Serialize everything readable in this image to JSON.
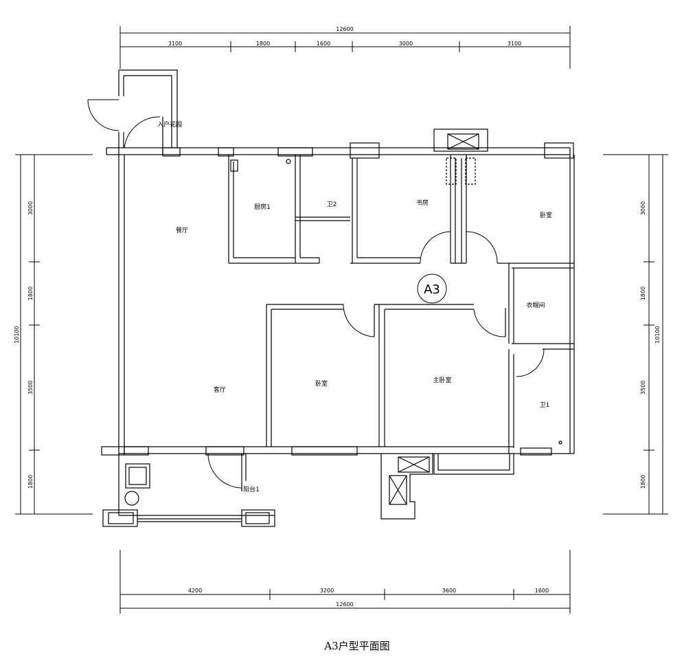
{
  "title": "A3户型平面图",
  "unit_tag": "A3",
  "rooms": {
    "entry_garden": "入户花园",
    "dining": "餐厅",
    "kitchen": "厨房1",
    "bath2": "卫2",
    "study": "书房",
    "bedroom_ne": "卧室",
    "closet": "衣帽间",
    "living": "客厅",
    "bedroom_center": "卧室",
    "master_bedroom": "主卧室",
    "bath1": "卫1",
    "balcony": "阳台1"
  },
  "dimensions": {
    "top_total": "12600",
    "top_segments": [
      "3100",
      "1800",
      "1600",
      "3000",
      "3100"
    ],
    "bottom_total": "12600",
    "bottom_segments": [
      "4200",
      "3200",
      "3600",
      "1600"
    ],
    "left_total": "10100",
    "left_segments": [
      "3000",
      "1800",
      "3500",
      "1800"
    ],
    "right_total": "10100",
    "right_segments": [
      "3000",
      "1800",
      "3500",
      "1800"
    ]
  }
}
